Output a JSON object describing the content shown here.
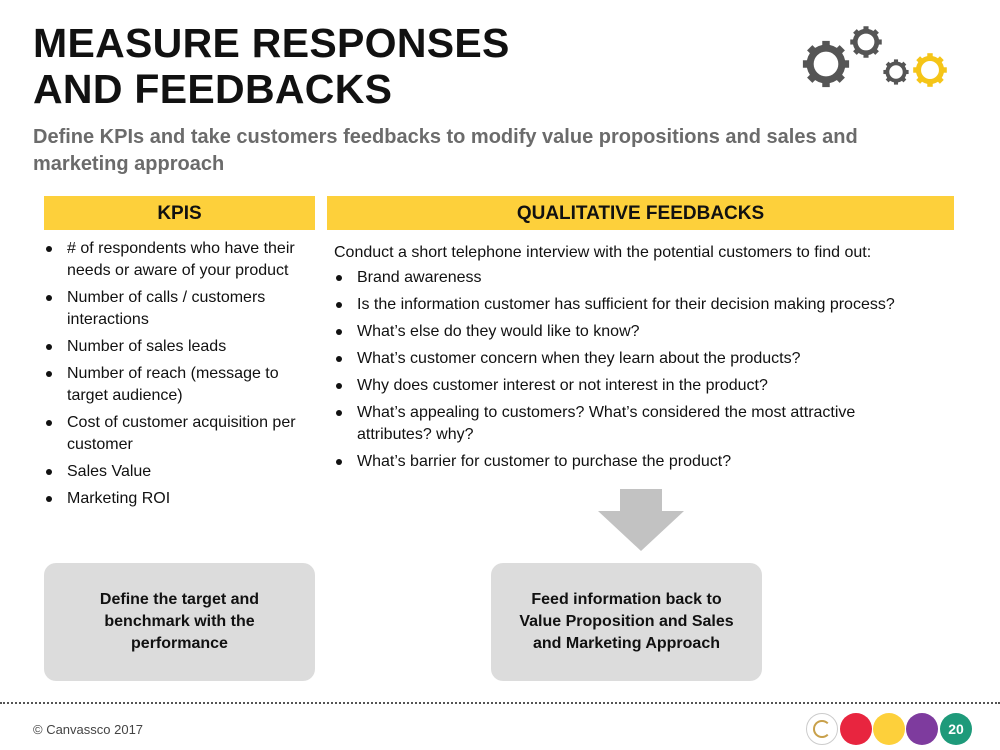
{
  "header": {
    "title_line1": "MEASURE RESPONSES",
    "title_line2": "AND FEEDBACKS",
    "subtitle": "Define KPIs and take customers feedbacks to modify value propositions and sales and marketing approach"
  },
  "kpis": {
    "heading": "KPIS",
    "items": [
      "# of respondents who have their needs or aware of your product",
      "Number of calls / customers interactions",
      "Number of sales leads",
      "Number of reach (message to target audience)",
      "Cost of customer acquisition per customer",
      "Sales Value",
      "Marketing ROI"
    ],
    "box_text": "Define the target and benchmark with the performance"
  },
  "qualitative": {
    "heading": "QUALITATIVE FEEDBACKS",
    "intro": "Conduct a short telephone interview with the potential customers to find out:",
    "items": [
      "Brand awareness",
      "Is the information customer has sufficient for their decision making process?",
      "What’s else do they would like to know?",
      "What’s customer concern when they learn about the products?",
      "Why does customer interest or not interest in the product?",
      "What’s appealing to customers? What’s considered the most attractive attributes? why?",
      "What’s barrier for customer to purchase the product?"
    ],
    "box_text": "Feed information back to Value Proposition and Sales and Marketing Approach"
  },
  "footer": {
    "copyright": "© Canvassco 2017",
    "page_number": "20"
  },
  "colors": {
    "accent_yellow": "#fdd03b",
    "gear_gray": "#555555",
    "gear_yellow": "#f5c518",
    "footer_red": "#e8253f",
    "footer_purple": "#7e3b9e",
    "footer_teal": "#1e9a7a",
    "box_gray": "#dcdcdc"
  },
  "icons": {
    "decoration": "gears-icon",
    "flow": "arrow-down-icon"
  }
}
